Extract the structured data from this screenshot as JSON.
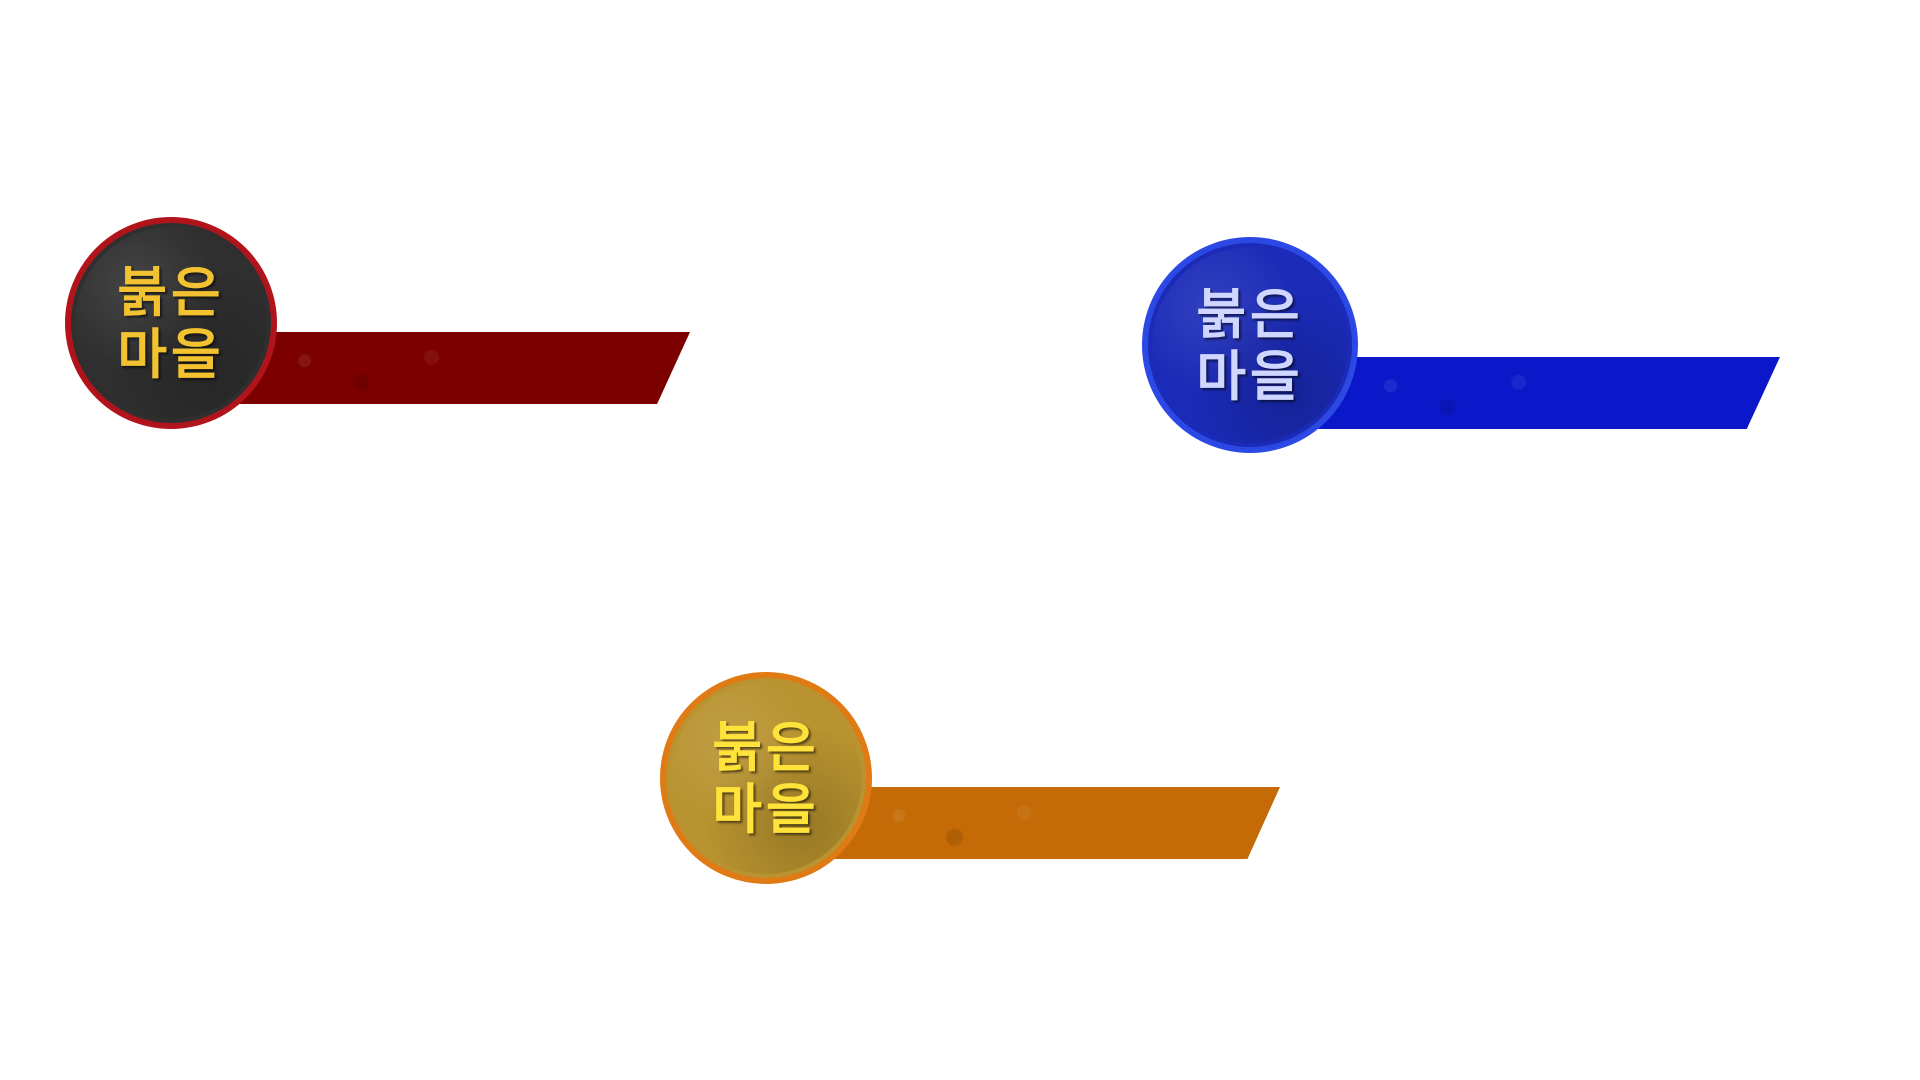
{
  "badges": [
    {
      "line1": "붉은",
      "line2": "마을",
      "disc_fill": "#2f2f2f",
      "disc_border": "#b3141b",
      "ribbon_color": "#7c0000",
      "text_color": "#f2c230"
    },
    {
      "line1": "붉은",
      "line2": "마을",
      "disc_fill": "#1b2bb8",
      "disc_border": "#2c49e6",
      "ribbon_color": "#0a18c9",
      "text_color": "#cfd6ff"
    },
    {
      "line1": "붉은",
      "line2": "마을",
      "disc_fill": "#b9932f",
      "disc_border": "#e07a14",
      "ribbon_color": "#c46a06",
      "text_color": "#ffe23a"
    }
  ]
}
